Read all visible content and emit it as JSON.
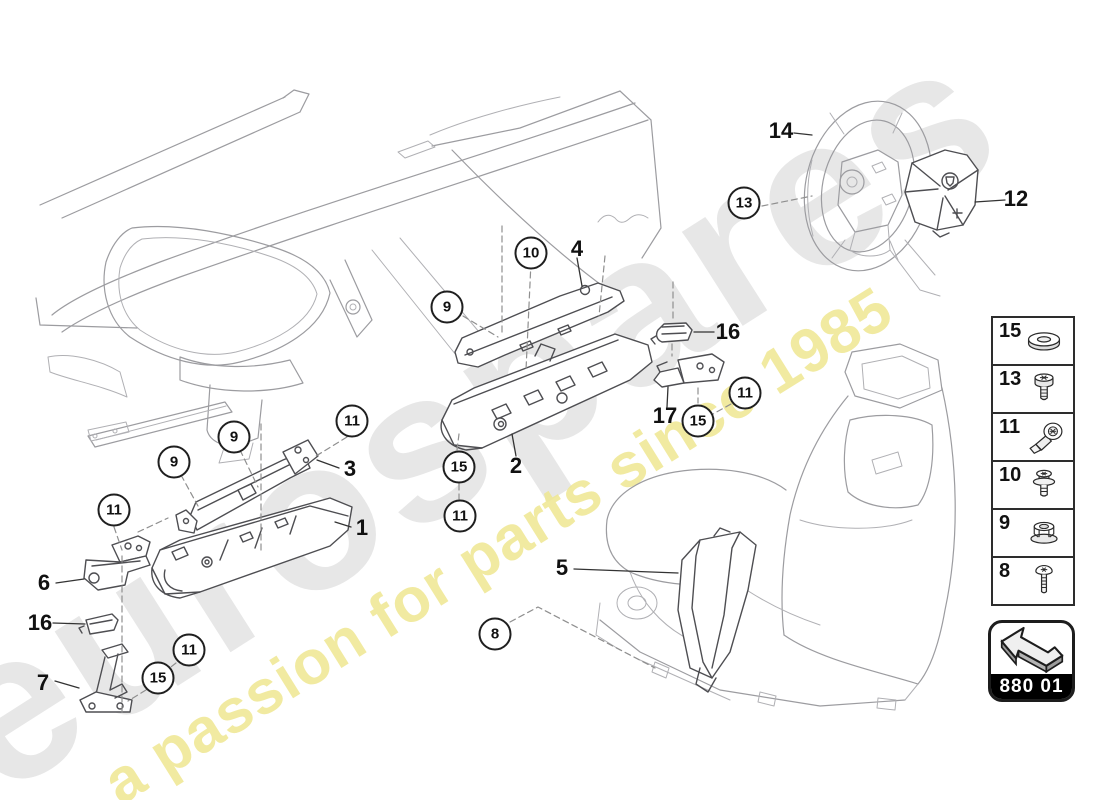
{
  "watermark": {
    "brand": "eurospares",
    "tagline": "a passion for parts since 1985",
    "brand_color": "#e7e7e7",
    "tagline_color": "#efe791"
  },
  "colors": {
    "context_line": "#9c9ca0",
    "part_line": "#4e4e52",
    "callout_ink": "#1f1f1f",
    "badge_bar": "#000000"
  },
  "diagram": {
    "circled_callouts": [
      {
        "n": "10"
      },
      {
        "n": "9"
      },
      {
        "n": "15"
      },
      {
        "n": "11"
      },
      {
        "n": "11"
      },
      {
        "n": "9"
      },
      {
        "n": "9"
      },
      {
        "n": "11"
      },
      {
        "n": "11"
      },
      {
        "n": "15"
      },
      {
        "n": "13"
      },
      {
        "n": "11"
      },
      {
        "n": "15"
      },
      {
        "n": "8"
      }
    ],
    "part_labels": [
      {
        "n": "1"
      },
      {
        "n": "2"
      },
      {
        "n": "3"
      },
      {
        "n": "4"
      },
      {
        "n": "5"
      },
      {
        "n": "6"
      },
      {
        "n": "7"
      },
      {
        "n": "12"
      },
      {
        "n": "14"
      },
      {
        "n": "16"
      },
      {
        "n": "16"
      },
      {
        "n": "17"
      }
    ]
  },
  "legend": {
    "rows": [
      {
        "number": "15",
        "icon": "washer-icon"
      },
      {
        "number": "13",
        "icon": "torx-screw-icon"
      },
      {
        "number": "11",
        "icon": "shoulder-bolt-icon"
      },
      {
        "number": "10",
        "icon": "washer-screw-icon"
      },
      {
        "number": "9",
        "icon": "flange-nut-icon"
      },
      {
        "number": "8",
        "icon": "pan-screw-icon"
      }
    ]
  },
  "footer_badge": {
    "code": "880 01"
  }
}
